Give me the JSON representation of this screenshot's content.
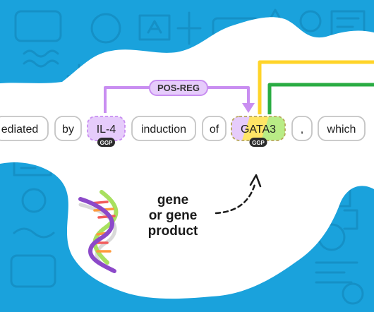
{
  "colors": {
    "background": "#1aa2dc",
    "pattern": "#1590c6",
    "blob": "#ffffff",
    "token_border": "#c4c4c4",
    "purple": "#c98ef1",
    "purple_fill": "#e6ccfb",
    "yellow": "#ffd42a",
    "yellow_fill": "#ffe566",
    "green": "#2aac43",
    "green_fill": "#b9ec86",
    "badge": "#2b2b2b"
  },
  "relation": {
    "label": "POS-REG"
  },
  "tokens": [
    {
      "id": "t-mediated",
      "text": "ediated",
      "style": "plain"
    },
    {
      "id": "t-by",
      "text": "by",
      "style": "plain"
    },
    {
      "id": "t-il4",
      "text": "IL-4",
      "style": "entity",
      "badge": "GGP"
    },
    {
      "id": "t-induction",
      "text": "induction",
      "style": "plain"
    },
    {
      "id": "t-of",
      "text": "of",
      "style": "plain"
    },
    {
      "id": "t-gata3",
      "text": "GATA3",
      "style": "entity-multi",
      "badge": "GGP"
    },
    {
      "id": "t-comma",
      "text": ",",
      "style": "plain"
    },
    {
      "id": "t-which",
      "text": "which",
      "style": "plain"
    }
  ],
  "legend": {
    "lines": [
      "gene",
      "or gene",
      "product"
    ],
    "icon": "dna-icon"
  }
}
